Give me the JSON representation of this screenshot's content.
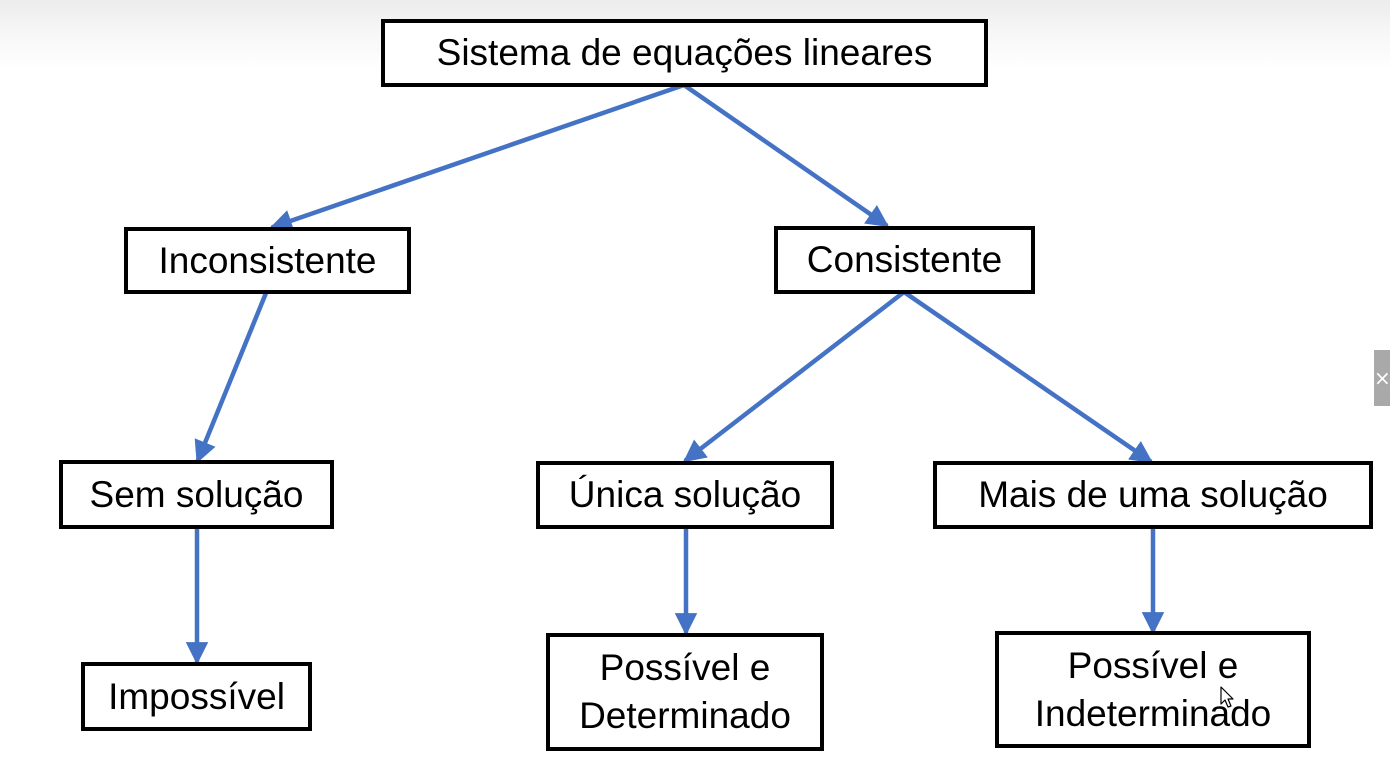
{
  "diagram": {
    "root": "Sistema de equações lineares",
    "inconsistent": "Inconsistente",
    "consistent": "Consistente",
    "no_solution": "Sem solução",
    "single_solution": "Única solução",
    "multiple_solutions": "Mais de uma solução",
    "impossible": "Impossível",
    "determined": [
      "Possível e",
      "Determinado"
    ],
    "indeterminate": [
      "Possível e",
      "Indeterminado"
    ]
  },
  "colors": {
    "arrow": "#4472C4",
    "box_border": "#000000",
    "text": "#000000",
    "side_tab": "#A9A9A9"
  },
  "side_tab": {
    "icon": "close-icon",
    "glyph": "×"
  },
  "pointer": {
    "icon": "mouse-pointer-icon"
  }
}
